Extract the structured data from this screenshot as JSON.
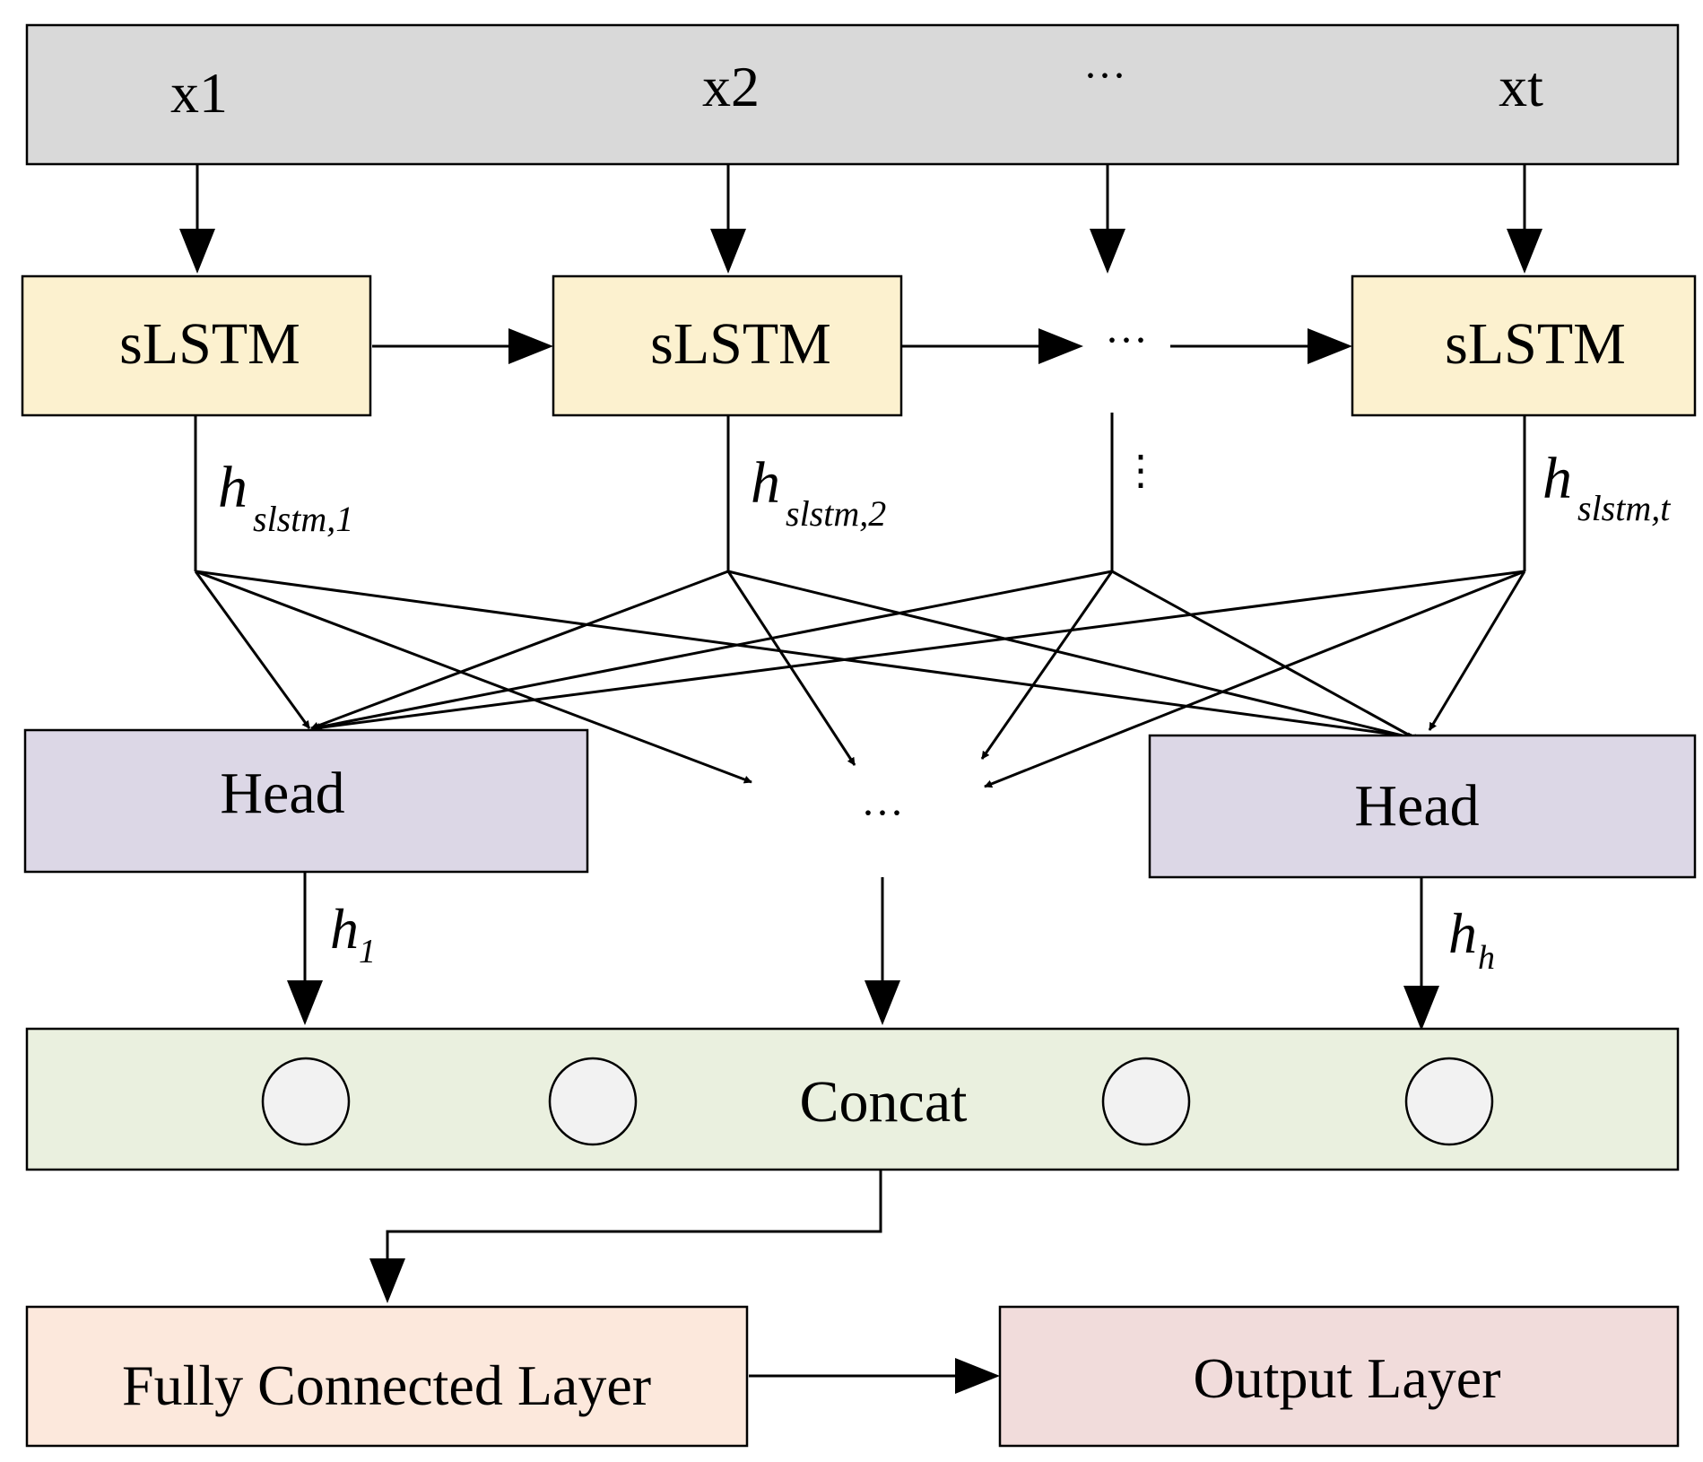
{
  "inputs": {
    "x1": "x1",
    "x2": "x2",
    "ellipsis": "···",
    "xt": "xt"
  },
  "slstm": {
    "cell1": "sLSTM",
    "cell2": "sLSTM",
    "cell3": "sLSTM",
    "ellipsis": "···",
    "vertical_dots": "⋮"
  },
  "hidden": {
    "h1_base": "h",
    "h1_sub": "slstm,1",
    "h2_base": "h",
    "h2_sub": "slstm,2",
    "ht_base": "h",
    "ht_sub": "slstm,t"
  },
  "heads": {
    "head1": "Head",
    "head2": "Head",
    "ellipsis": "···",
    "out1_base": "h",
    "out1_sub": "1",
    "out2_base": "h",
    "out2_sub": "h"
  },
  "concat": {
    "label": "Concat"
  },
  "output": {
    "fc": "Fully Connected Layer",
    "out": "Output Layer"
  },
  "colors": {
    "input_bar": "#d9d9d9",
    "slstm": "#fcf1cf",
    "head": "#dcd7e6",
    "concat": "#eaf0df",
    "node": "#f2f2f2",
    "fc": "#fce8dc",
    "out": "#f1dcdb",
    "stroke": "#000000"
  }
}
